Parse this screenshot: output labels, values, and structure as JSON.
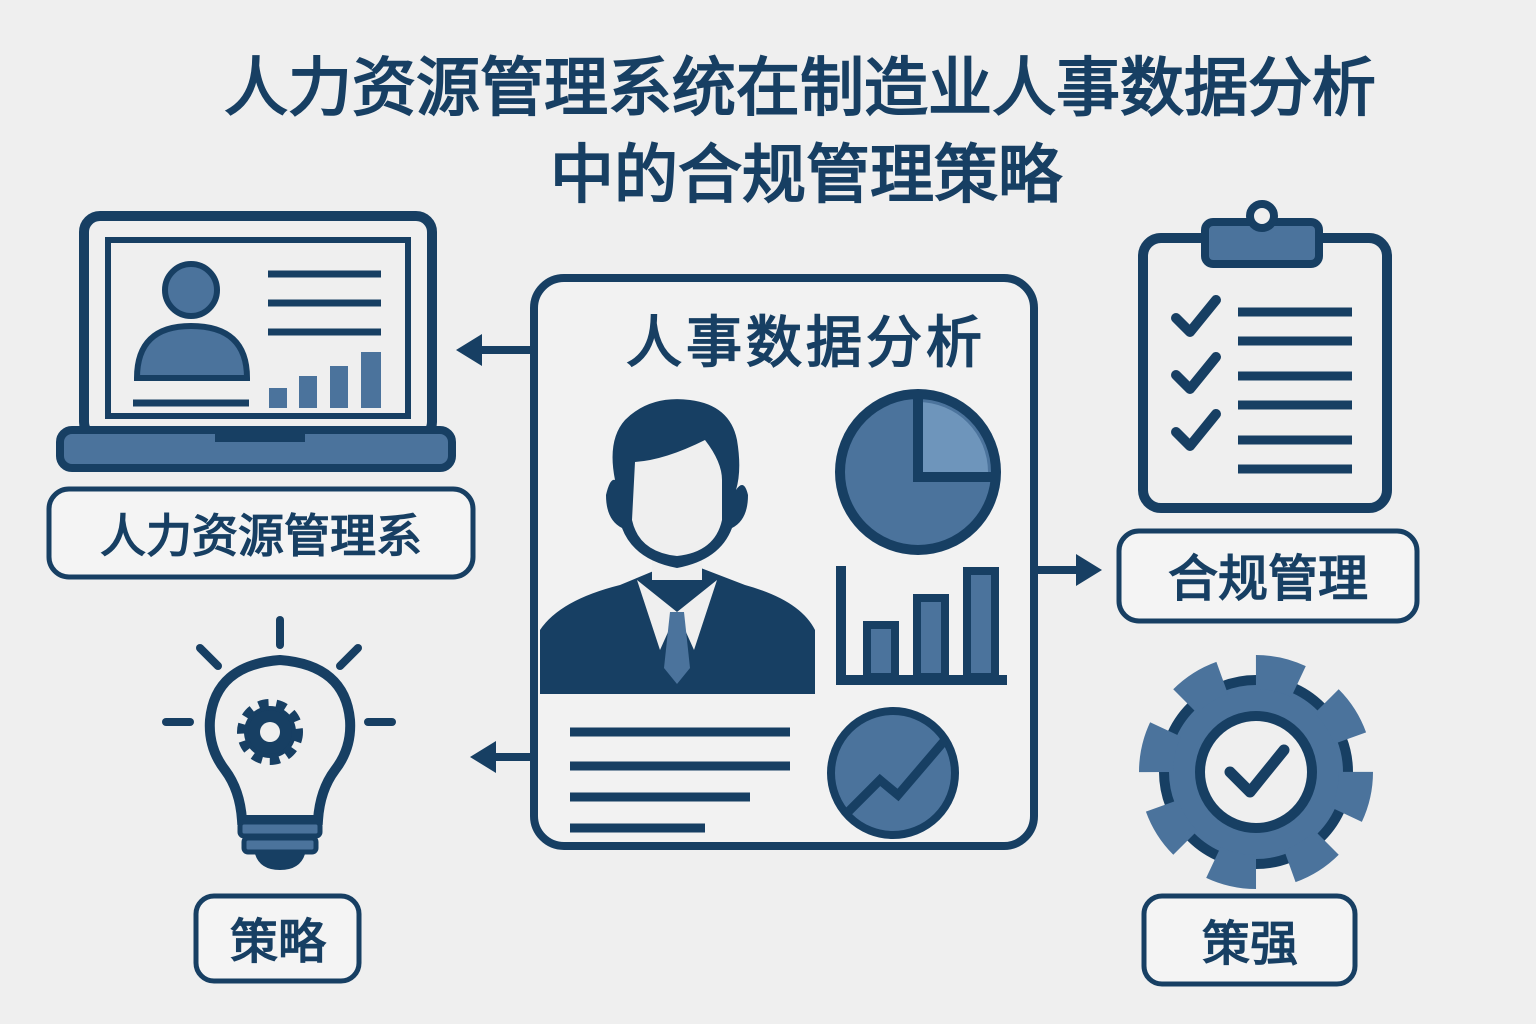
{
  "title": {
    "line1": "人力资源管理系统在制造业人事数据分析",
    "line2": "中的合规管理策略"
  },
  "center_card": {
    "heading": "人事数据分析"
  },
  "labels": {
    "hrm_system": "人力资源管理系",
    "compliance": "合规管理",
    "strategy": "策略",
    "strengthen": "策强"
  },
  "colors": {
    "dark": "#173f63",
    "mid": "#4b739c",
    "light": "#6e95bb",
    "background": "#efefef"
  }
}
